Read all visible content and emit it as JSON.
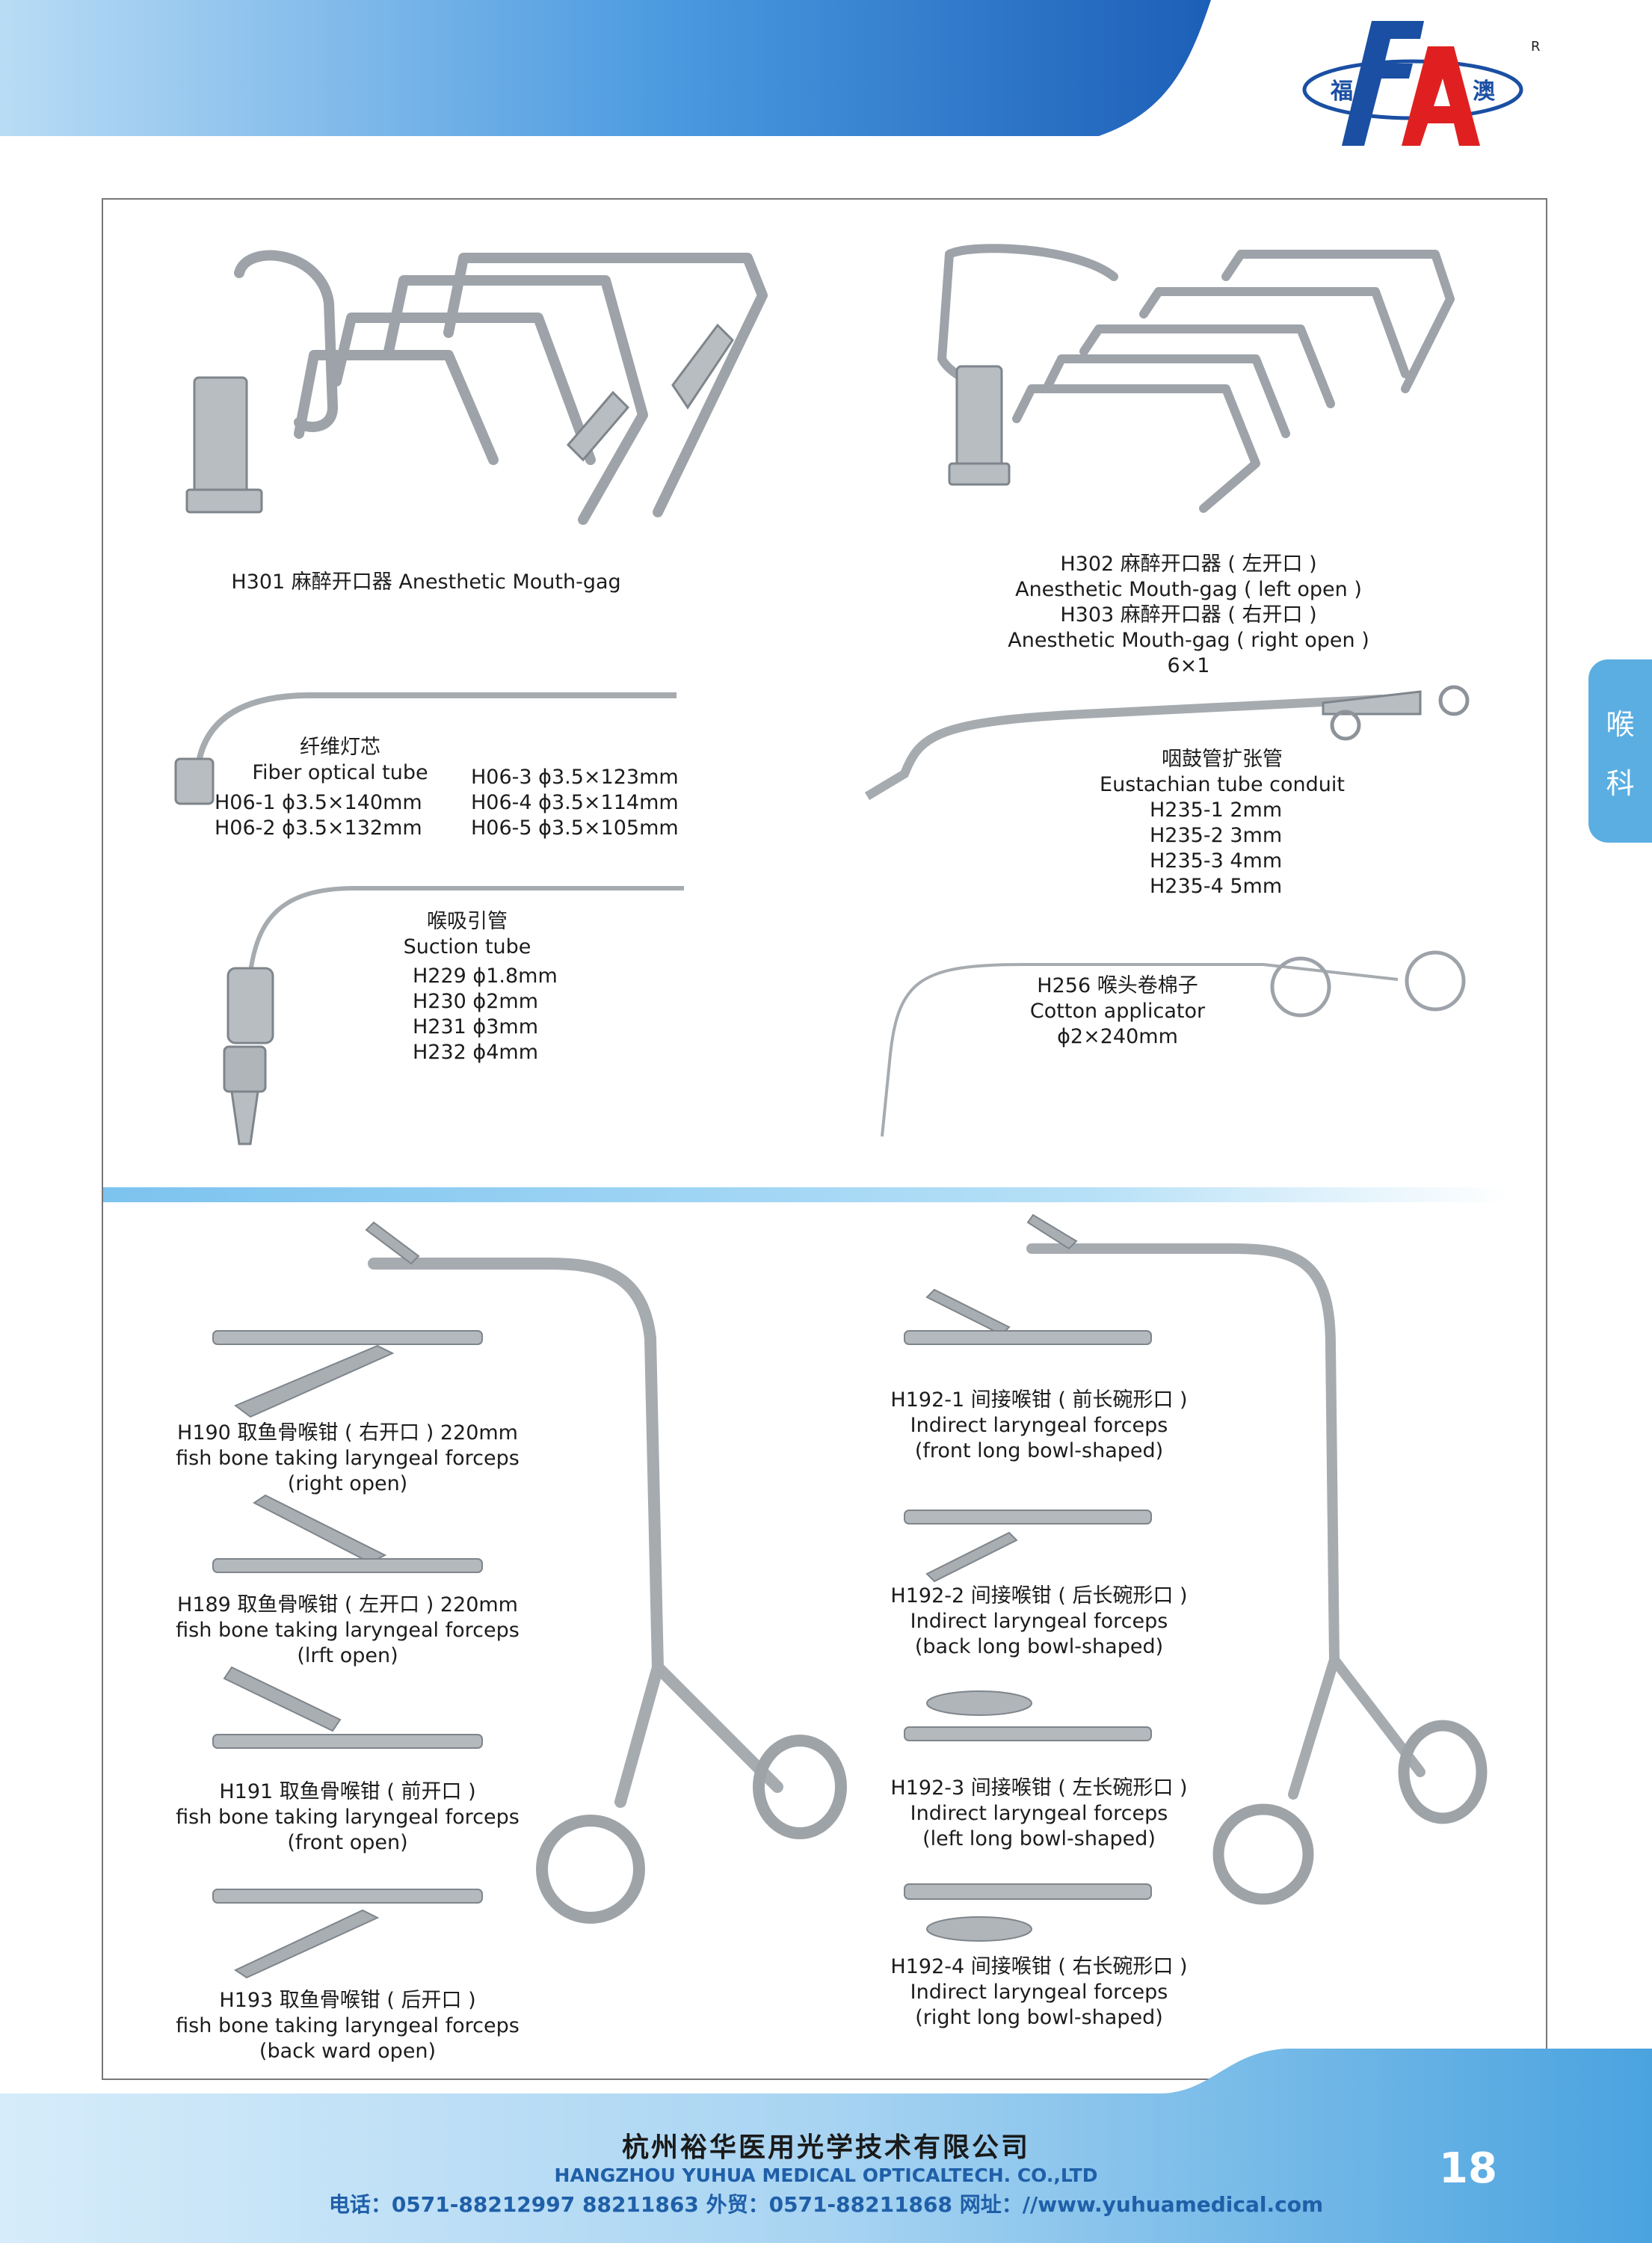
{
  "logo": {
    "char_left": "福",
    "char_right": "澳",
    "mark": "R"
  },
  "side_tab": {
    "line1": "喉",
    "line2": "科"
  },
  "items": {
    "h301": {
      "text": "H301  麻醉开口器  Anesthetic Mouth-gag"
    },
    "h302": {
      "l1": "H302  麻醉开口器 ( 左开口 )",
      "l2": "Anesthetic Mouth-gag ( left open )",
      "l3": "H303  麻醉开口器 ( 右开口 )",
      "l4": "Anesthetic Mouth-gag ( right open )",
      "l5": "6×1"
    },
    "fiber": {
      "cn": "纤维灯芯",
      "en": "Fiber optical tube",
      "specs": [
        "H06-1  ϕ3.5×140mm",
        "H06-2  ϕ3.5×132mm",
        "H06-3  ϕ3.5×123mm",
        "H06-4  ϕ3.5×114mm",
        "H06-5  ϕ3.5×105mm"
      ]
    },
    "eustachian": {
      "cn": "咽鼓管扩张管",
      "en": "Eustachian tube conduit",
      "specs": [
        "H235-1    2mm",
        "H235-2    3mm",
        "H235-3    4mm",
        "H235-4    5mm"
      ]
    },
    "suction": {
      "cn": "喉吸引管",
      "en": "Suction tube",
      "specs": [
        "H229  ϕ1.8mm",
        "H230  ϕ2mm",
        "H231  ϕ3mm",
        "H232  ϕ4mm"
      ]
    },
    "cotton": {
      "l1": "H256  喉头卷棉子",
      "l2": "Cotton applicator",
      "l3": "ϕ2×240mm"
    },
    "h190": {
      "l1": "H190  取鱼骨喉钳 ( 右开口 )  220mm",
      "l2": "fish bone taking laryngeal forceps",
      "l3": "(right open)"
    },
    "h189": {
      "l1": "H189  取鱼骨喉钳 ( 左开口 )  220mm",
      "l2": "fish bone taking laryngeal forceps",
      "l3": "(lrft open)"
    },
    "h191": {
      "l1": "H191  取鱼骨喉钳 ( 前开口 )",
      "l2": "fish bone taking laryngeal forceps",
      "l3": "(front open)"
    },
    "h193": {
      "l1": "H193  取鱼骨喉钳 ( 后开口 )",
      "l2": "fish bone taking laryngeal forceps",
      "l3": "(back ward open)"
    },
    "h192_1": {
      "l1": "H192-1  间接喉钳 ( 前长碗形口 )",
      "l2": "Indirect laryngeal forceps",
      "l3": "(front long bowl-shaped)"
    },
    "h192_2": {
      "l1": "H192-2  间接喉钳 ( 后长碗形口 )",
      "l2": "Indirect laryngeal forceps",
      "l3": "(back long bowl-shaped)"
    },
    "h192_3": {
      "l1": "H192-3  间接喉钳 ( 左长碗形口 )",
      "l2": "Indirect laryngeal forceps",
      "l3": "(left long bowl-shaped)"
    },
    "h192_4": {
      "l1": "H192-4  间接喉钳 ( 右长碗形口 )",
      "l2": "Indirect laryngeal forceps",
      "l3": "(right long bowl-shaped)"
    }
  },
  "footer": {
    "company_cn": "杭州裕华医用光学技术有限公司",
    "company_en": "HANGZHOU YUHUA MEDICAL OPTICALTECH. CO.,LTD",
    "contact": "电话：0571-88212997   88211863   外贸：0571-88211868     网址：//www.yuhuamedical.com",
    "page_number": "18"
  },
  "colors": {
    "brand_blue": "#1a4fa3",
    "brand_red": "#e02020",
    "banner_blue": "#2a7cd0",
    "tab_blue": "#5aaee2",
    "steel": "#a9aeb3"
  }
}
